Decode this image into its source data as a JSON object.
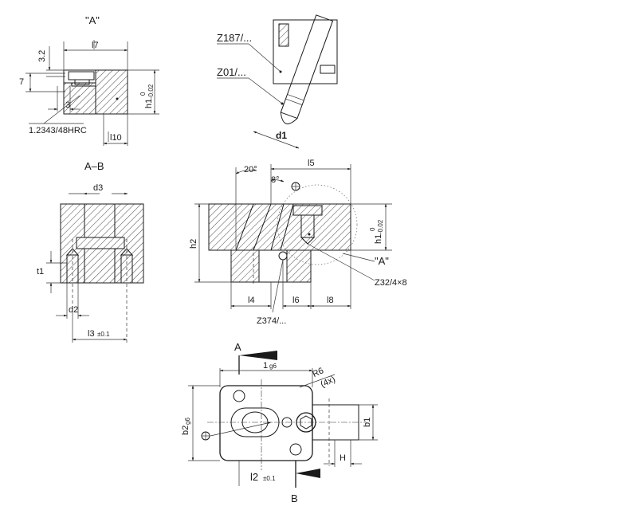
{
  "detail_a": {
    "title": "\"A\"",
    "dim_l7": "l7",
    "dim_3_2": "3.2",
    "dim_7": "7",
    "dim_3": "3",
    "dim_h1": "h1",
    "dim_h1_tol_top": "0",
    "dim_h1_tol_bottom": "-0.02",
    "material": "1.2343/48HRC",
    "dim_l10": "l10"
  },
  "top_view": {
    "label_z187": "Z187/...",
    "label_z01": "Z01/...",
    "dim_d1": "d1"
  },
  "section_ab": {
    "title": "A–B",
    "dim_d3": "d3",
    "dim_t1": "t1",
    "dim_d2": "d2",
    "dim_l3": "l3",
    "dim_l3_tol": "±0.1"
  },
  "main_view": {
    "angle_20": "20°",
    "angle_8": "8°",
    "dim_l5": "l5",
    "dim_h2": "h2",
    "dim_h1": "h1",
    "dim_h1_tol_top": "0",
    "dim_h1_tol_bottom": "-0.02",
    "detail_ref": "\"A\"",
    "label_z32": "Z32/4×8",
    "dim_l4": "l4",
    "dim_l6": "l6",
    "dim_l8": "l8",
    "label_z374": "Z374/..."
  },
  "plan_view": {
    "section_a": "A",
    "section_b": "B",
    "dim_l1": "1",
    "dim_l1_tol": "g6",
    "radius": "R6",
    "radius_count": "(4x)",
    "dim_b2": "b2",
    "dim_b2_tol": "g6",
    "dim_b1": "b1",
    "dim_h": "H",
    "dim_l2": "l2",
    "dim_l2_tol": "±0.1"
  }
}
